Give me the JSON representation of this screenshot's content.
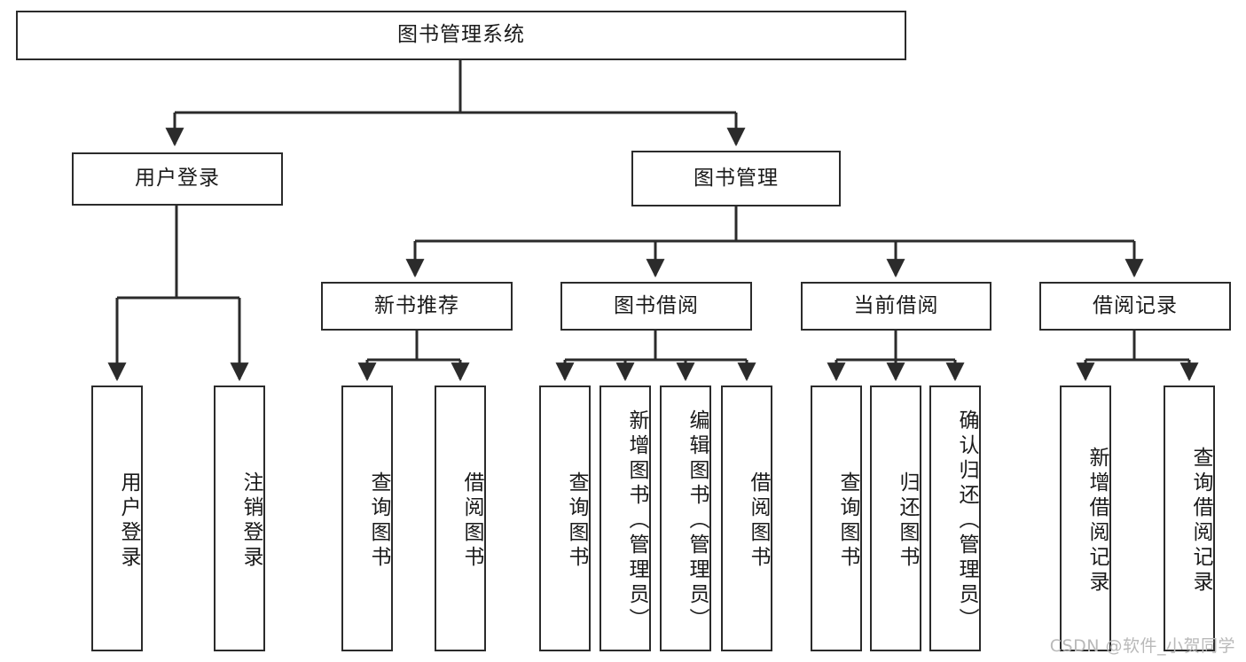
{
  "diagram": {
    "title": "图书管理系统",
    "watermark": "CSDN @软件_小贺同学",
    "line_color": "#2b2b2b",
    "box_fill": "#ffffff",
    "text_color": "#1a1a1a",
    "nodes": {
      "root": "图书管理系统",
      "user_login": "用户登录",
      "book_manage": "图书管理",
      "new_book_rec": "新书推荐",
      "book_borrow": "图书借阅",
      "current_borrow": "当前借阅",
      "borrow_record": "借阅记录",
      "leaf_user_login": "用户登录",
      "leaf_user_logout": "注销登录",
      "leaf_query_book_1": "查询图书",
      "leaf_borrow_book_1": "借阅图书",
      "leaf_query_book_2": "查询图书",
      "leaf_add_book": "新增图书（管理员）",
      "leaf_edit_book": "编辑图书（管理员）",
      "leaf_borrow_book_2": "借阅图书",
      "leaf_query_book_3": "查询图书",
      "leaf_return_book": "归还图书",
      "leaf_confirm_return": "确认归还（管理员）",
      "leaf_add_record": "新增借阅记录",
      "leaf_query_record": "查询借阅记录"
    }
  }
}
